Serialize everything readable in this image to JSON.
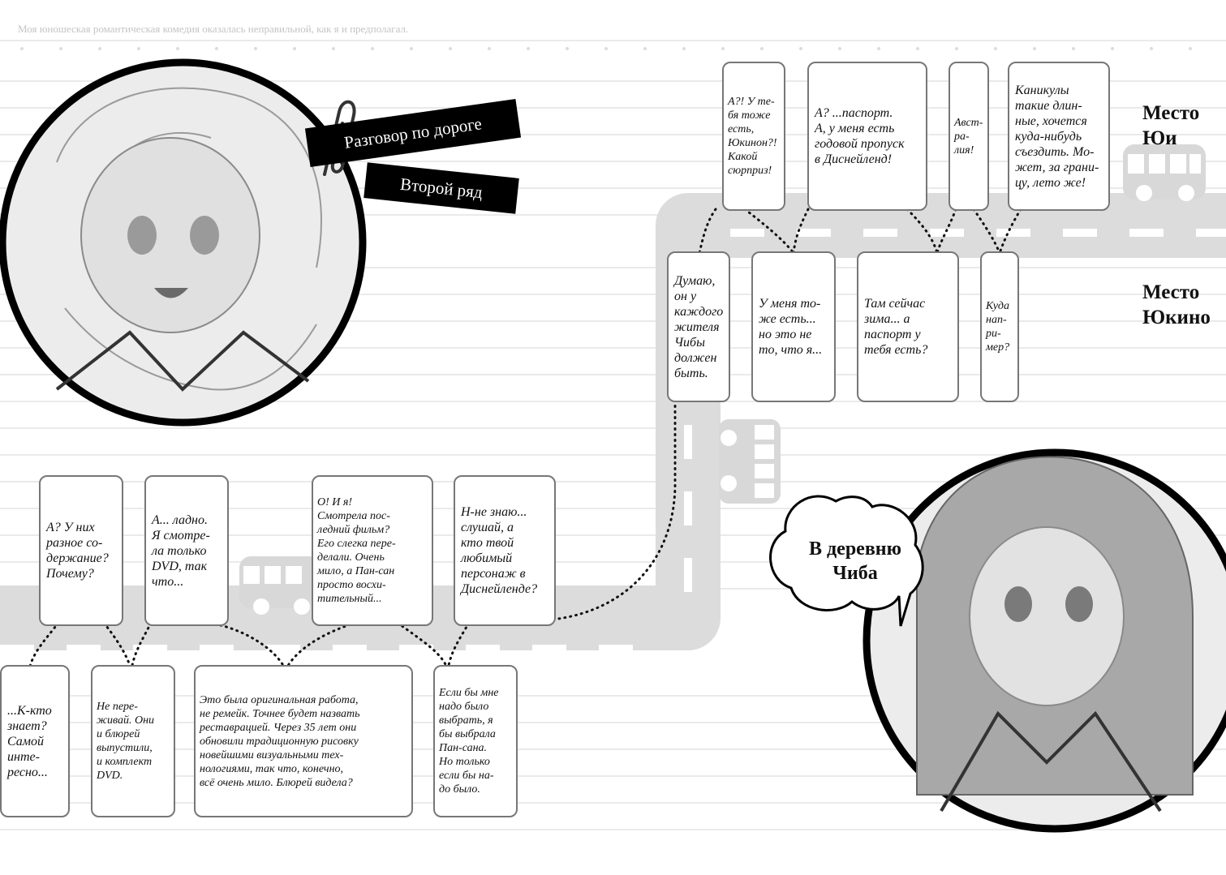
{
  "header": "Моя юношеская романтическая комедия оказалась неправильной, как я и предполагал.",
  "tags": [
    "Разговор по дороге",
    "Второй ряд"
  ],
  "seats": {
    "yui": "Место\nЮи",
    "yukino": "Место\nЮкино"
  },
  "speech": "В деревню\nЧиба",
  "characters": {
    "top_left": "girl-portrait",
    "bottom_right": "girl-portrait"
  },
  "dialogue": {
    "top_yui": [
      "А?! У те-\nбя тоже\nесть,\nЮкинон?!\nКакой\nсюрприз!",
      "А? ...паспорт.\nА, у меня есть\nгодовой пропуск\nв Диснейленд!",
      "Авст-\nра-\nлия!",
      "Каникулы\nтакие длин-\nные, хочется\nкуда-нибудь\nсъездить. Мо-\nжет, за грани-\nцу, лето же!"
    ],
    "top_yukino": [
      "Думаю,\nон у\nкаждого\nжителя\nЧибы\nдолжен\nбыть.",
      "У меня то-\nже есть...\nно это не\nто, что я...",
      "Там сейчас\nзима... а\nпаспорт у\nтебя есть?",
      "Куда\nнап-\nри-\nмер?"
    ],
    "bottom_yui": [
      "А? У них\nразное со-\nдержание?\nПочему?",
      "А... ладно.\nЯ смотре-\nла только\nDVD, так\nчто...",
      "О! И я!\nСмотрела пос-\nледний фильм?\nЕго слегка пере-\nделали. Очень\nмило, а Пан-сан\nпросто восхи-\nтительный...",
      "Н-не знаю...\nслушай, а\nкто твой\nлюбимый\nперсонаж в\nДиснейленде?"
    ],
    "bottom_yukino": [
      "...К-кто\nзнает?\nСамой\nинте-\nресно...",
      "Не пере-\nживай. Они\nи блюрей\nвыпустили,\nи комплект\nDVD.",
      "Это была оригинальная работа,\nне ремейк. Точнее будет назвать\nреставрацией. Через 35 лет они\nобновили традиционную рисовку\nновейшими визуальными тех-\nнологиями, так что, конечно,\nвсё очень мило. Блюрей видела?",
      "Если бы мне\nнадо было\nвыбрать, я\nбы выбрала\nПан-сана.\nНо только\nесли бы на-\nдо было."
    ]
  }
}
